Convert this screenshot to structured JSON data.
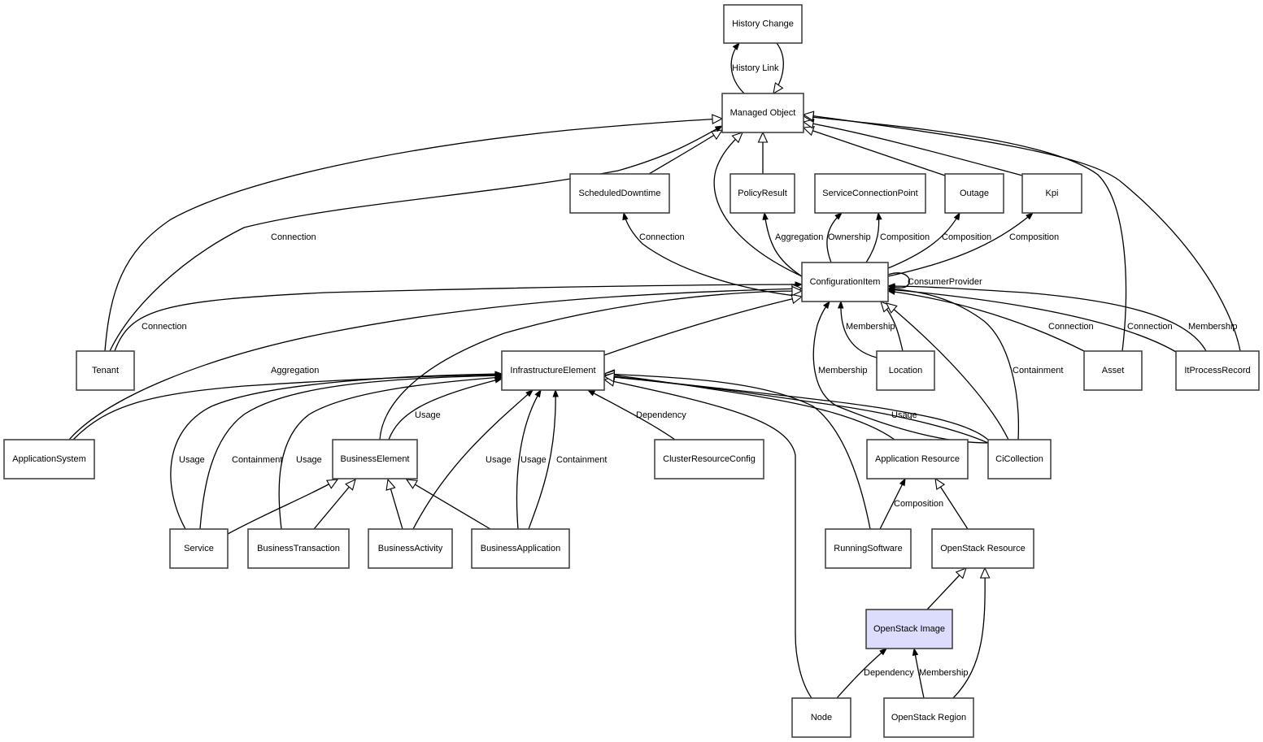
{
  "diagram": {
    "nodes": [
      {
        "id": "history_change",
        "label": "History Change"
      },
      {
        "id": "managed_object",
        "label": "Managed Object"
      },
      {
        "id": "scheduled_downtime",
        "label": "ScheduledDowntime"
      },
      {
        "id": "policy_result",
        "label": "PolicyResult"
      },
      {
        "id": "service_connection_point",
        "label": "ServiceConnectionPoint"
      },
      {
        "id": "outage",
        "label": "Outage"
      },
      {
        "id": "kpi",
        "label": "Kpi"
      },
      {
        "id": "configuration_item",
        "label": "ConfigurationItem"
      },
      {
        "id": "tenant",
        "label": "Tenant"
      },
      {
        "id": "infrastructure_element",
        "label": "InfrastructureElement"
      },
      {
        "id": "location",
        "label": "Location"
      },
      {
        "id": "asset",
        "label": "Asset"
      },
      {
        "id": "it_process_record",
        "label": "ItProcessRecord"
      },
      {
        "id": "application_system",
        "label": "ApplicationSystem"
      },
      {
        "id": "business_element",
        "label": "BusinessElement"
      },
      {
        "id": "cluster_resource_config",
        "label": "ClusterResourceConfig"
      },
      {
        "id": "application_resource",
        "label": "Application Resource"
      },
      {
        "id": "ci_collection",
        "label": "CiCollection"
      },
      {
        "id": "service",
        "label": "Service"
      },
      {
        "id": "business_transaction",
        "label": "BusinessTransaction"
      },
      {
        "id": "business_activity",
        "label": "BusinessActivity"
      },
      {
        "id": "business_application",
        "label": "BusinessApplication"
      },
      {
        "id": "running_software",
        "label": "RunningSoftware"
      },
      {
        "id": "openstack_resource",
        "label": "OpenStack Resource"
      },
      {
        "id": "openstack_image",
        "label": "OpenStack Image",
        "highlighted": true
      },
      {
        "id": "node",
        "label": "Node"
      },
      {
        "id": "openstack_region",
        "label": "OpenStack Region"
      }
    ],
    "edges": [
      {
        "from": "managed_object",
        "to": "history_change",
        "label": "History Link",
        "kind": "association"
      },
      {
        "from": "history_change",
        "to": "managed_object",
        "label": "",
        "kind": "inheritance"
      },
      {
        "from": "scheduled_downtime",
        "to": "managed_object",
        "label": "",
        "kind": "inheritance"
      },
      {
        "from": "policy_result",
        "to": "managed_object",
        "label": "",
        "kind": "inheritance"
      },
      {
        "from": "configuration_item",
        "to": "managed_object",
        "label": "",
        "kind": "inheritance"
      },
      {
        "from": "outage",
        "to": "managed_object",
        "label": "",
        "kind": "inheritance"
      },
      {
        "from": "kpi",
        "to": "managed_object",
        "label": "",
        "kind": "inheritance"
      },
      {
        "from": "tenant",
        "to": "managed_object",
        "label": "",
        "kind": "inheritance"
      },
      {
        "from": "tenant",
        "to": "managed_object",
        "label": "Connection",
        "kind": "association"
      },
      {
        "from": "asset",
        "to": "managed_object",
        "label": "",
        "kind": "inheritance"
      },
      {
        "from": "it_process_record",
        "to": "managed_object",
        "label": "",
        "kind": "inheritance"
      },
      {
        "from": "configuration_item",
        "to": "scheduled_downtime",
        "label": "Connection",
        "kind": "association"
      },
      {
        "from": "configuration_item",
        "to": "policy_result",
        "label": "Aggregation",
        "kind": "association"
      },
      {
        "from": "configuration_item",
        "to": "service_connection_point",
        "label": "Ownership",
        "kind": "association"
      },
      {
        "from": "configuration_item",
        "to": "service_connection_point",
        "label": "Composition",
        "kind": "association"
      },
      {
        "from": "configuration_item",
        "to": "outage",
        "label": "Composition",
        "kind": "association"
      },
      {
        "from": "configuration_item",
        "to": "kpi",
        "label": "Composition",
        "kind": "association"
      },
      {
        "from": "configuration_item",
        "to": "configuration_item",
        "label": "ConsumerProvider",
        "kind": "association"
      },
      {
        "from": "tenant",
        "to": "configuration_item",
        "label": "Connection",
        "kind": "association"
      },
      {
        "from": "application_system",
        "to": "configuration_item",
        "label": "",
        "kind": "inheritance"
      },
      {
        "from": "infrastructure_element",
        "to": "configuration_item",
        "label": "",
        "kind": "inheritance"
      },
      {
        "from": "business_element",
        "to": "configuration_item",
        "label": "",
        "kind": "inheritance"
      },
      {
        "from": "location",
        "to": "configuration_item",
        "label": "Membership",
        "kind": "association"
      },
      {
        "from": "location",
        "to": "configuration_item",
        "label": "",
        "kind": "inheritance"
      },
      {
        "from": "ci_collection",
        "to": "configuration_item",
        "label": "Membership",
        "kind": "association"
      },
      {
        "from": "ci_collection",
        "to": "configuration_item",
        "label": "",
        "kind": "inheritance"
      },
      {
        "from": "ci_collection",
        "to": "configuration_item",
        "label": "Containment",
        "kind": "association"
      },
      {
        "from": "asset",
        "to": "configuration_item",
        "label": "Connection",
        "kind": "association"
      },
      {
        "from": "it_process_record",
        "to": "configuration_item",
        "label": "Connection",
        "kind": "association"
      },
      {
        "from": "it_process_record",
        "to": "configuration_item",
        "label": "Membership",
        "kind": "association"
      },
      {
        "from": "application_system",
        "to": "infrastructure_element",
        "label": "Aggregation",
        "kind": "association"
      },
      {
        "from": "service",
        "to": "infrastructure_element",
        "label": "Usage",
        "kind": "association"
      },
      {
        "from": "service",
        "to": "infrastructure_element",
        "label": "Containment",
        "kind": "association"
      },
      {
        "from": "business_transaction",
        "to": "infrastructure_element",
        "label": "Usage",
        "kind": "association"
      },
      {
        "from": "business_element",
        "to": "infrastructure_element",
        "label": "Usage",
        "kind": "association"
      },
      {
        "from": "business_activity",
        "to": "infrastructure_element",
        "label": "Usage",
        "kind": "association"
      },
      {
        "from": "business_application",
        "to": "infrastructure_element",
        "label": "Usage",
        "kind": "association"
      },
      {
        "from": "business_application",
        "to": "infrastructure_element",
        "label": "Containment",
        "kind": "association"
      },
      {
        "from": "cluster_resource_config",
        "to": "infrastructure_element",
        "label": "Dependency",
        "kind": "association"
      },
      {
        "from": "node",
        "to": "infrastructure_element",
        "label": "",
        "kind": "inheritance"
      },
      {
        "from": "running_software",
        "to": "infrastructure_element",
        "label": "",
        "kind": "inheritance"
      },
      {
        "from": "application_resource",
        "to": "infrastructure_element",
        "label": "",
        "kind": "inheritance"
      },
      {
        "from": "ci_collection",
        "to": "infrastructure_element",
        "label": "Usage",
        "kind": "association"
      },
      {
        "from": "ci_collection",
        "to": "infrastructure_element",
        "label": "",
        "kind": "inheritance"
      },
      {
        "from": "service",
        "to": "business_element",
        "label": "",
        "kind": "inheritance"
      },
      {
        "from": "business_transaction",
        "to": "business_element",
        "label": "",
        "kind": "inheritance"
      },
      {
        "from": "business_activity",
        "to": "business_element",
        "label": "",
        "kind": "inheritance"
      },
      {
        "from": "business_application",
        "to": "business_element",
        "label": "",
        "kind": "inheritance"
      },
      {
        "from": "running_software",
        "to": "application_resource",
        "label": "Composition",
        "kind": "association"
      },
      {
        "from": "openstack_resource",
        "to": "application_resource",
        "label": "",
        "kind": "inheritance"
      },
      {
        "from": "openstack_image",
        "to": "openstack_resource",
        "label": "",
        "kind": "inheritance"
      },
      {
        "from": "openstack_region",
        "to": "openstack_resource",
        "label": "",
        "kind": "inheritance"
      },
      {
        "from": "node",
        "to": "openstack_image",
        "label": "Dependency",
        "kind": "association"
      },
      {
        "from": "openstack_region",
        "to": "openstack_image",
        "label": "Membership",
        "kind": "association"
      }
    ]
  }
}
